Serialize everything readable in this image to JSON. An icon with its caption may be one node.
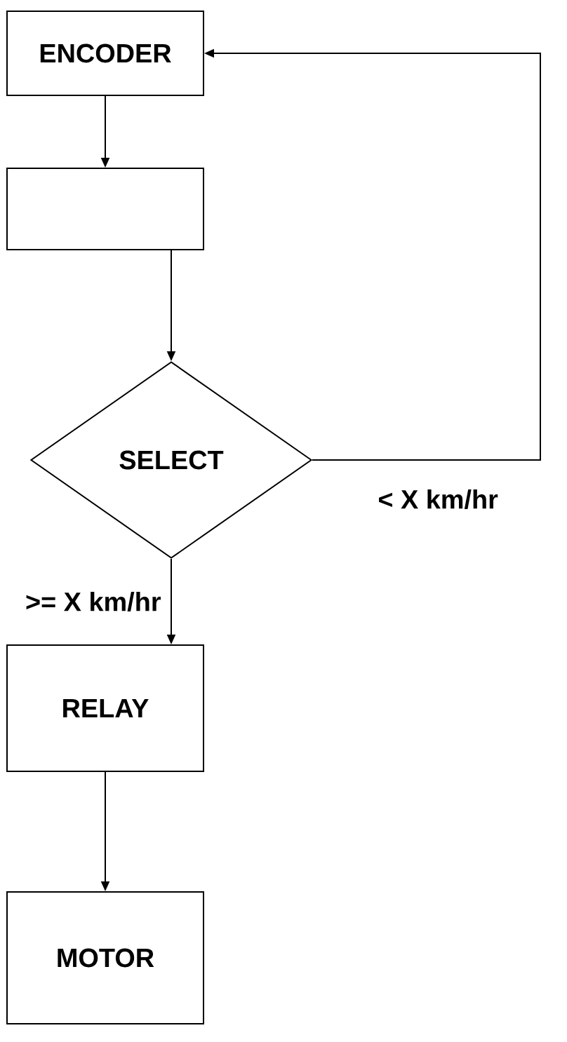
{
  "diagram": {
    "nodes": [
      {
        "text": [
          "ENCODER"
        ]
      },
      {
        "text": [],
        "shape": "box"
      },
      {
        "text": [
          "SELECT"
        ]
      },
      {
        "text": [
          "RELAY"
        ]
      },
      {
        "text": [
          "MOTOR"
        ]
      }
    ],
    "edges": [
      {
        "from": 0,
        "to": 1,
        "arrow": "to"
      },
      {
        "from": 1,
        "to": 2,
        "arrow": "to"
      },
      {
        "from": 2,
        "to": 0,
        "arrow": "to",
        "label": "< X km/hr"
      },
      {
        "from": 2,
        "to": 3,
        "arrow": "to",
        "label": ">= X km/hr"
      },
      {
        "from": 3,
        "to": 4,
        "arrow": "to"
      }
    ]
  }
}
